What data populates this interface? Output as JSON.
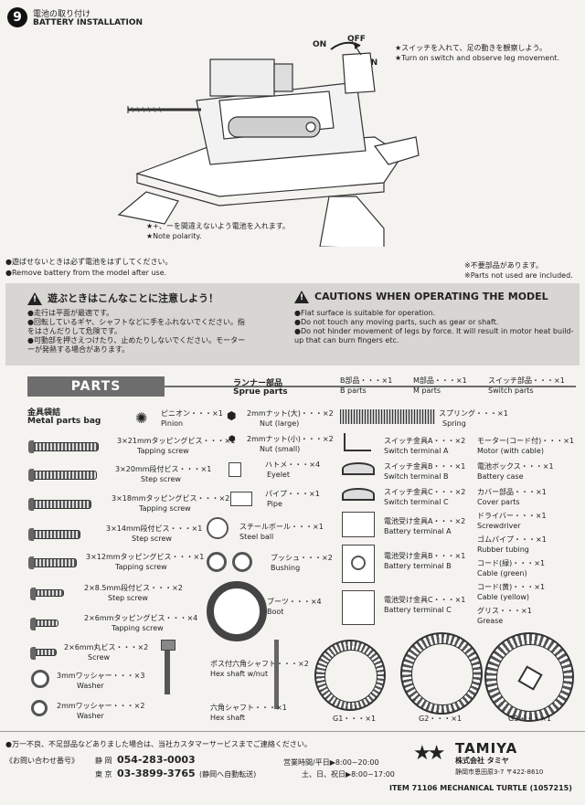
{
  "step": {
    "number": "9",
    "title_jp": "電池の取り付け",
    "title_en": "BATTERY INSTALLATION",
    "switch_on": "ON",
    "switch_off": "OFF",
    "switch_on2": "ON",
    "note_right_jp": "★スイッチを入れて、足の動きを観察しよう。",
    "note_right_en": "★Turn on switch and observe leg movement.",
    "polarity_jp": "★+、ーを間違えないよう電池を入れます。",
    "polarity_en": "★Note polarity.",
    "remove_jp": "●遊ばせないときは必ず電池をはずしてください。",
    "remove_en": "●Remove battery from the model after use.",
    "unused_jp": "※不要部品があります。",
    "unused_en": "※Parts not used are included."
  },
  "cautions": {
    "title_jp": "遊ぶときはこんなことに注意しよう！",
    "title_en": "CAUTIONS WHEN OPERATING THE MODEL",
    "jp_lines": [
      "●走行は平面が最適です。",
      "●回転しているギヤ、シャフトなどに手をふれないでください。指",
      "をはさんだりして危険です。",
      "●可動部を押さえつけたり、止めたりしないでください。モーター",
      "ーが発熱する場合があります。"
    ],
    "en_lines": [
      "●Flat surface is suitable for operation.",
      "●Do not touch any moving parts, such as gear or shaft.",
      "●Do not hinder movement of legs by force. It will result in motor heat build-",
      "up that can burn fingers etc."
    ]
  },
  "parts": {
    "header": "PARTS",
    "metal_jp": "金具袋詰",
    "metal_en": "Metal parts bag",
    "sprue_jp": "ランナー部品",
    "sprue_en": "Sprue parts",
    "sprue_groups": [
      {
        "jp": "B部品・・・×1",
        "en": "B parts"
      },
      {
        "jp": "M部品・・・×1",
        "en": "M parts"
      },
      {
        "jp": "スイッチ部品・・・×1",
        "en": "Switch parts"
      }
    ],
    "col1": [
      {
        "jp": "3×21mmタッピングビス・・・×1",
        "en": "Tapping screw"
      },
      {
        "jp": "3×20mm段付ビス・・・×1",
        "en": "Step screw"
      },
      {
        "jp": "3×18mmタッピングビス・・・×2",
        "en": "Tapping screw"
      },
      {
        "jp": "3×14mm段付ビス・・・×1",
        "en": "Step screw"
      },
      {
        "jp": "3×12mmタッピングビス・・・×1",
        "en": "Tapping screw"
      },
      {
        "jp": "2×8.5mm段付ビス・・・×2",
        "en": "Step screw"
      },
      {
        "jp": "2×6mmタッピングビス・・・×4",
        "en": "Tapping screw"
      },
      {
        "jp": "2×6mm丸ビス・・・×2",
        "en": "Screw"
      },
      {
        "jp": "3mmワッシャー・・・×3",
        "en": "Washer"
      },
      {
        "jp": "2mmワッシャー・・・×2",
        "en": "Washer"
      }
    ],
    "col2": [
      {
        "jp": "ピニオン・・・×1",
        "en": "Pinion"
      },
      {
        "jp": "2mmナット(大)・・・×2",
        "en": "Nut (large)"
      },
      {
        "jp": "2mmナット(小)・・・×2",
        "en": "Nut (small)"
      },
      {
        "jp": "ハトメ・・・×4",
        "en": "Eyelet"
      },
      {
        "jp": "パイプ・・・×1",
        "en": "Pipe"
      },
      {
        "jp": "スチールボール・・・×1",
        "en": "Steel ball"
      },
      {
        "jp": "ブッシュ・・・×2",
        "en": "Bushing"
      },
      {
        "jp": "ブーツ・・・×4",
        "en": "Boot"
      },
      {
        "jp": "ポス付六角シャフト・・・×2",
        "en": "Hex shaft w/nut"
      },
      {
        "jp": "六角シャフト・・・×1",
        "en": "Hex shaft"
      }
    ],
    "col3": [
      {
        "jp": "スプリング・・・×1",
        "en": "Spring"
      },
      {
        "jp": "スイッチ金具A・・・×2",
        "en": "Switch terminal A"
      },
      {
        "jp": "スイッチ金具B・・・×1",
        "en": "Switch terminal B"
      },
      {
        "jp": "スイッチ金具C・・・×2",
        "en": "Switch terminal C"
      },
      {
        "jp": "電池受け金具A・・・×2",
        "en": "Battery terminal A"
      },
      {
        "jp": "電池受け金具B・・・×1",
        "en": "Battery terminal B"
      },
      {
        "jp": "電池受け金具C・・・×1",
        "en": "Battery terminal C"
      }
    ],
    "col4": [
      {
        "jp": "モーター(コード付)・・・×1",
        "en": "Motor (with cable)"
      },
      {
        "jp": "電池ボックス・・・×1",
        "en": "Battery case"
      },
      {
        "jp": "カバー部品・・・×1",
        "en": "Cover parts"
      },
      {
        "jp": "ドライバー・・・×1",
        "en": "Screwdriver"
      },
      {
        "jp": "ゴムパイプ・・・×1",
        "en": "Rubber tubing"
      },
      {
        "jp": "コード(緑)・・・×1",
        "en": "Cable (green)"
      },
      {
        "jp": "コード(黄)・・・×1",
        "en": "Cable (yellow)"
      },
      {
        "jp": "グリス・・・×1",
        "en": "Grease"
      }
    ],
    "gears": [
      "G1・・・×1",
      "G2・・・×1",
      "G3・・・×1"
    ]
  },
  "footer": {
    "missing_jp": "●万一不良、不足部品などありました場合は、当社カスタマーサービスまでご連絡ください。",
    "contact_label": "《お問い合わせ番号》",
    "shizuoka_label": "静 岡",
    "shizuoka_tel": "054-283-0003",
    "tokyo_label": "東 京",
    "tokyo_tel": "03-3899-3765",
    "tokyo_note": "(静岡へ自動転送)",
    "hours1": "営業時間/平日▶8:00~20:00",
    "hours2": "土、日、祝日▶8:00~17:00",
    "company": "TAMIYA",
    "company_jp": "株式会社 タミヤ",
    "address": "静岡市恩田原3-7 〒422-8610",
    "item": "ITEM 71106 MECHANICAL TURTLE (1057215)"
  }
}
